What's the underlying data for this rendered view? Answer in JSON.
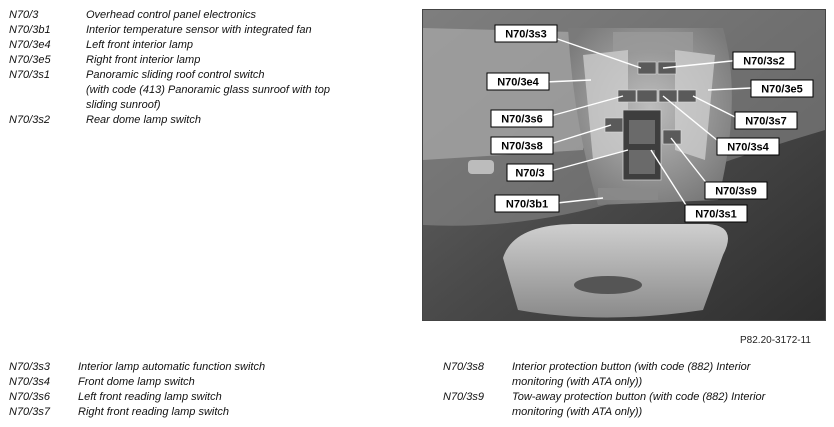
{
  "legend_top": [
    {
      "code": "N70/3",
      "desc": "Overhead control panel electronics"
    },
    {
      "code": "N70/3b1",
      "desc": "Interior temperature sensor with integrated fan"
    },
    {
      "code": "N70/3e4",
      "desc": "Left front interior lamp"
    },
    {
      "code": "N70/3e5",
      "desc": "Right front interior lamp"
    },
    {
      "code": "N70/3s1",
      "desc": "Panoramic sliding roof control switch"
    },
    {
      "code": "",
      "desc": "(with code (413) Panoramic glass sunroof with top"
    },
    {
      "code": "",
      "desc": "sliding sunroof)"
    },
    {
      "code": "N70/3s2",
      "desc": "Rear dome lamp switch"
    }
  ],
  "legend_bottom_left": [
    {
      "code": "N70/3s3",
      "desc": "Interior lamp automatic function switch"
    },
    {
      "code": "N70/3s4",
      "desc": "Front dome lamp switch"
    },
    {
      "code": "N70/3s6",
      "desc": "Left front reading lamp switch"
    },
    {
      "code": "N70/3s7",
      "desc": "Right front reading lamp switch"
    }
  ],
  "legend_bottom_right": [
    {
      "code": "N70/3s8",
      "desc": "Interior protection button (with code (882) Interior"
    },
    {
      "code": "",
      "desc": "monitoring (with ATA only))"
    },
    {
      "code": "N70/3s9",
      "desc": "Tow-away protection button (with code (882) Interior"
    },
    {
      "code": "",
      "desc": "monitoring (with ATA only))"
    }
  ],
  "figure_ref": "P82.20-3172-11",
  "callouts": {
    "s3": "N70/3s3",
    "s2": "N70/3s2",
    "e4": "N70/3e4",
    "e5": "N70/3e5",
    "s6": "N70/3s6",
    "s7": "N70/3s7",
    "s8": "N70/3s8",
    "s4": "N70/3s4",
    "n3": "N70/3",
    "s9": "N70/3s9",
    "b1": "N70/3b1",
    "s1": "N70/3s1"
  }
}
